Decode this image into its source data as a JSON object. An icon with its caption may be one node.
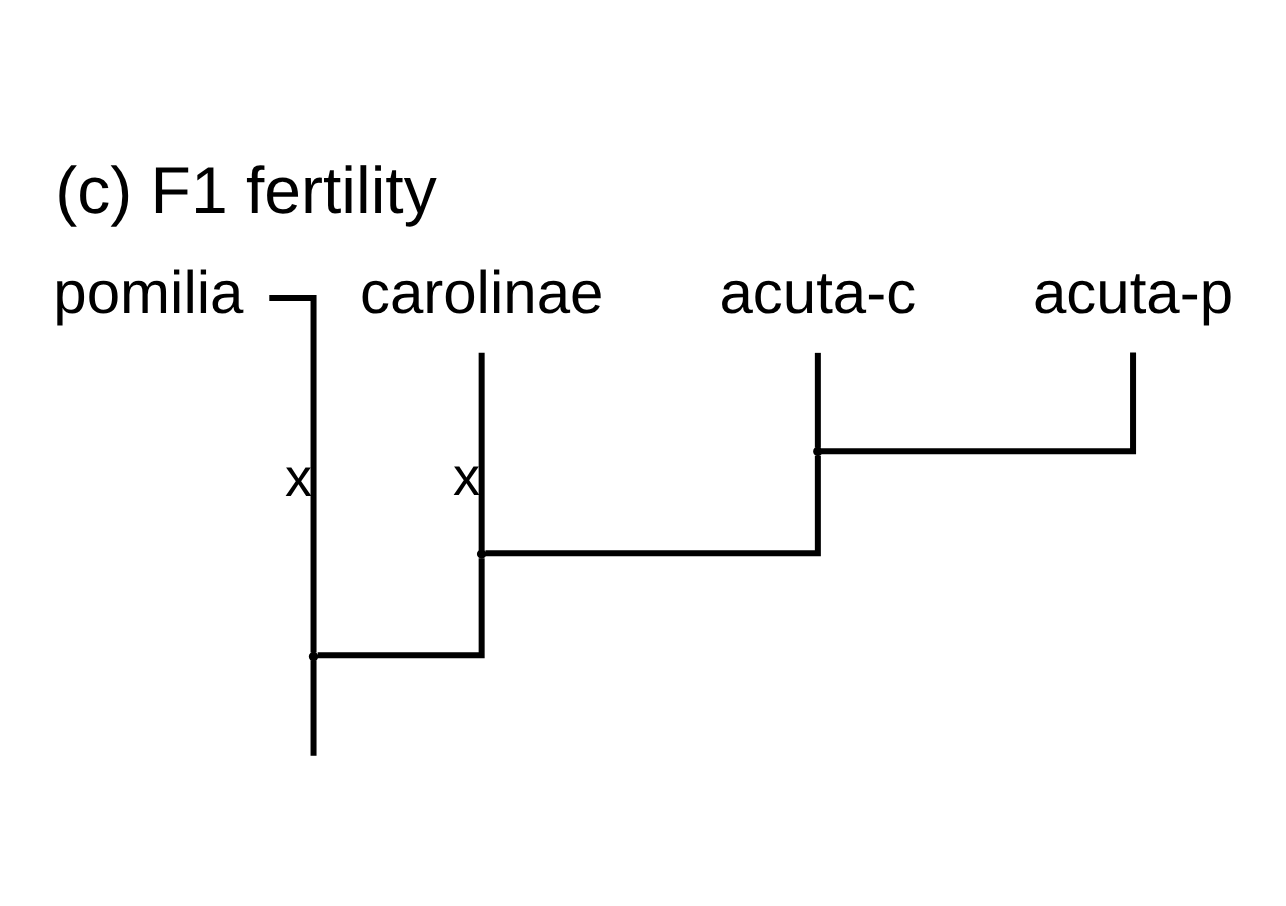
{
  "diagram": {
    "title": "(c) F1 fertility",
    "nodes": [
      {
        "text": [
          "acuta-c"
        ]
      },
      {
        "text": [
          "acuta-p"
        ]
      },
      {
        "text": [
          "carolinae"
        ]
      },
      {
        "text": [
          "pomilia"
        ]
      },
      {
        "text": [],
        "shape": "point"
      },
      {
        "text": [],
        "shape": "point"
      },
      {
        "text": [],
        "shape": "point"
      }
    ],
    "edges": [
      {
        "from": 4,
        "to": 0,
        "arrow": "none"
      },
      {
        "from": 4,
        "to": 1,
        "arrow": "none"
      },
      {
        "from": 5,
        "to": 4,
        "arrow": "none"
      },
      {
        "from": 5,
        "to": 2,
        "arrow": "none",
        "label": "x"
      },
      {
        "from": 6,
        "to": 5,
        "arrow": "none"
      },
      {
        "from": 6,
        "to": 3,
        "arrow": "none",
        "label": "x"
      },
      {
        "from": 6,
        "to": null,
        "arrow": "none"
      }
    ]
  }
}
